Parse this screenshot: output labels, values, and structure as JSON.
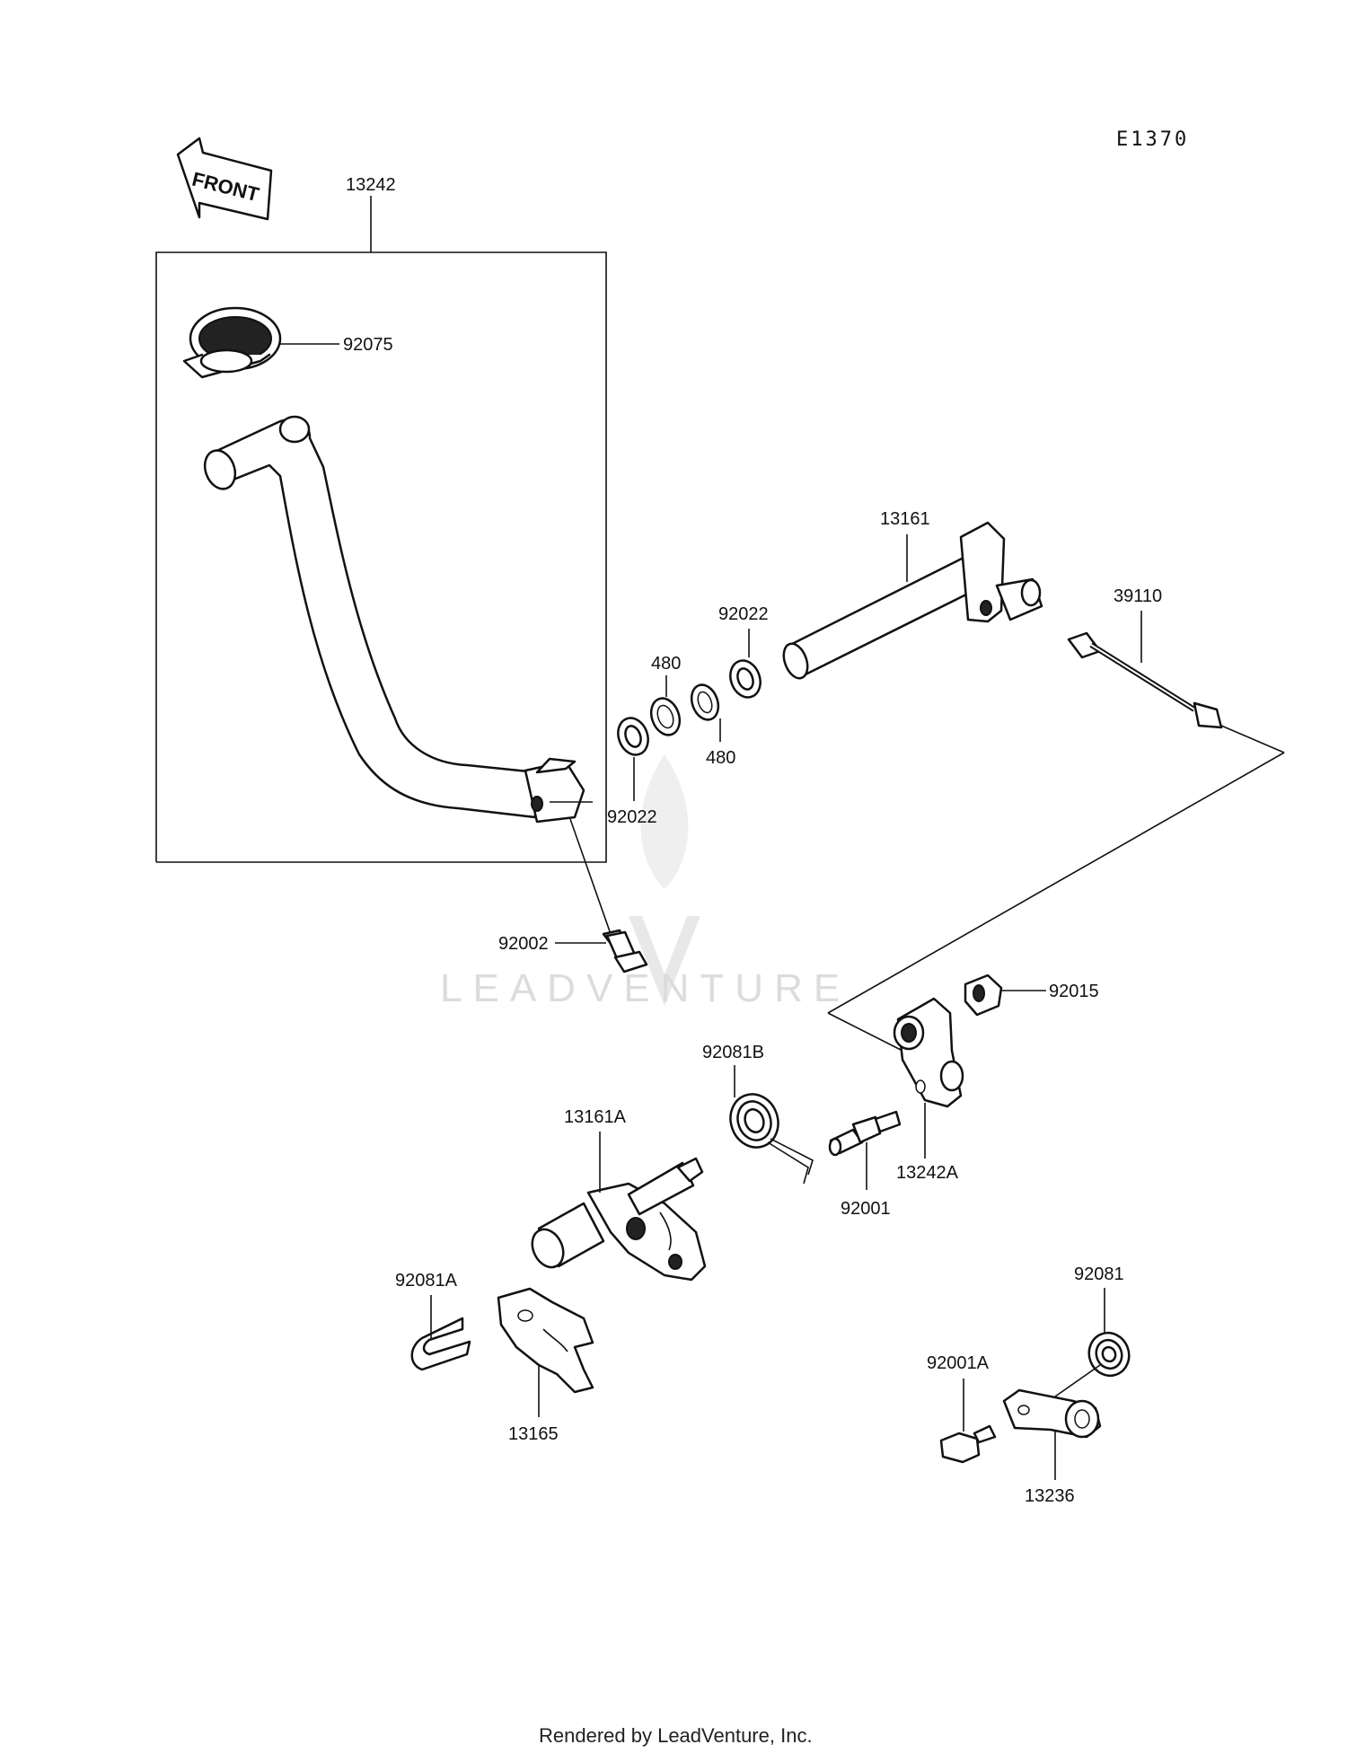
{
  "diagram_code": "E1370",
  "front_label": "FRONT",
  "watermark": "LEADVENTURE",
  "footer": "Rendered by LeadVenture, Inc.",
  "parts": {
    "p13242": "13242",
    "p92075": "92075",
    "p13161": "13161",
    "p39110": "39110",
    "p92022_top": "92022",
    "p480_top": "480",
    "p480_bottom": "480",
    "p92022_bottom": "92022",
    "p92002": "92002",
    "p92015": "92015",
    "p92081B": "92081B",
    "p13161A": "13161A",
    "p13242A": "13242A",
    "p92001": "92001",
    "p92081A": "92081A",
    "p13165": "13165",
    "p92081": "92081",
    "p92001A": "92001A",
    "p13236": "13236"
  }
}
